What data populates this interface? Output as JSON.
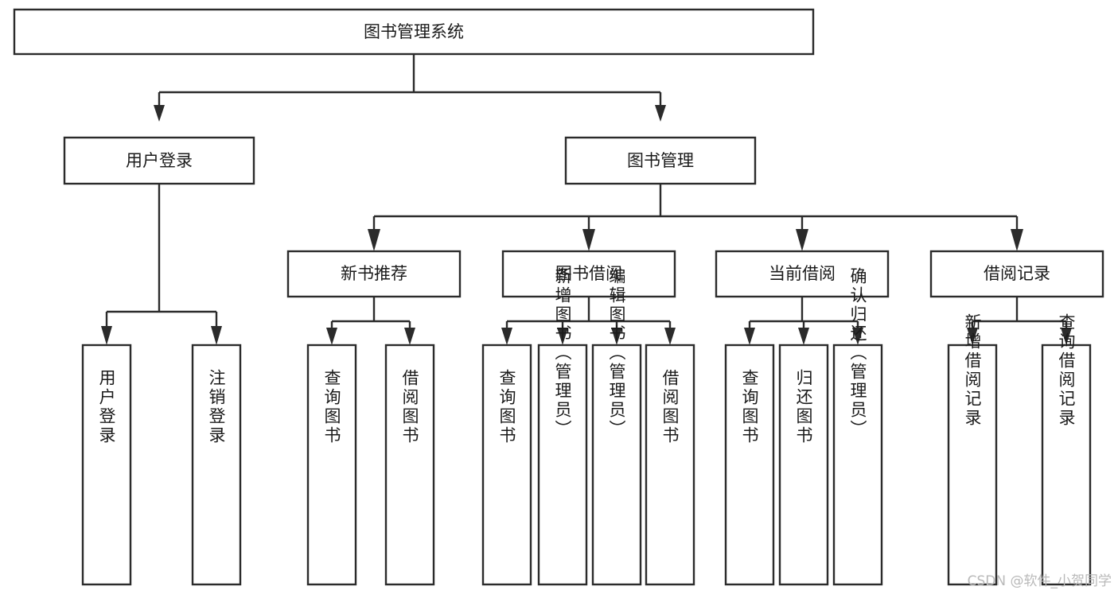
{
  "diagram": {
    "type": "tree",
    "title": "图书管理系统",
    "watermark": "CSDN @软件_小贺同学",
    "levels": {
      "root": {
        "label": "图书管理系统"
      },
      "level2": [
        {
          "id": "user-login",
          "label": "用户登录"
        },
        {
          "id": "book-manage",
          "label": "图书管理"
        }
      ],
      "level3": [
        {
          "id": "new-book-recommend",
          "label": "新书推荐",
          "parent": "book-manage"
        },
        {
          "id": "book-borrow",
          "label": "图书借阅",
          "parent": "book-manage"
        },
        {
          "id": "current-borrow",
          "label": "当前借阅",
          "parent": "book-manage"
        },
        {
          "id": "borrow-record",
          "label": "借阅记录",
          "parent": "book-manage"
        }
      ],
      "leaves": [
        {
          "id": "leaf-user-login",
          "label": "用户登录",
          "parent": "user-login"
        },
        {
          "id": "leaf-logout",
          "label": "注销登录",
          "parent": "user-login"
        },
        {
          "id": "leaf-query-book-1",
          "label": "查询图书",
          "parent": "new-book-recommend"
        },
        {
          "id": "leaf-borrow-book-1",
          "label": "借阅图书",
          "parent": "new-book-recommend"
        },
        {
          "id": "leaf-query-book-2",
          "label": "查询图书",
          "parent": "book-borrow"
        },
        {
          "id": "leaf-add-book",
          "label": "新增图书（管理员）",
          "parent": "book-borrow"
        },
        {
          "id": "leaf-edit-book",
          "label": "编辑图书（管理员）",
          "parent": "book-borrow"
        },
        {
          "id": "leaf-borrow-book-2",
          "label": "借阅图书",
          "parent": "book-borrow"
        },
        {
          "id": "leaf-query-book-3",
          "label": "查询图书",
          "parent": "current-borrow"
        },
        {
          "id": "leaf-return-book",
          "label": "归还图书",
          "parent": "current-borrow"
        },
        {
          "id": "leaf-confirm-return",
          "label": "确认归还（管理员）",
          "parent": "current-borrow"
        },
        {
          "id": "leaf-add-record",
          "label": "新增借阅记录",
          "parent": "borrow-record"
        },
        {
          "id": "leaf-query-record",
          "label": "查询借阅记录",
          "parent": "borrow-record"
        }
      ]
    },
    "colors": {
      "stroke": "#2b2b2b",
      "fill": "#ffffff",
      "text": "#1a1a1a",
      "watermark": "#b9b9b9"
    }
  }
}
